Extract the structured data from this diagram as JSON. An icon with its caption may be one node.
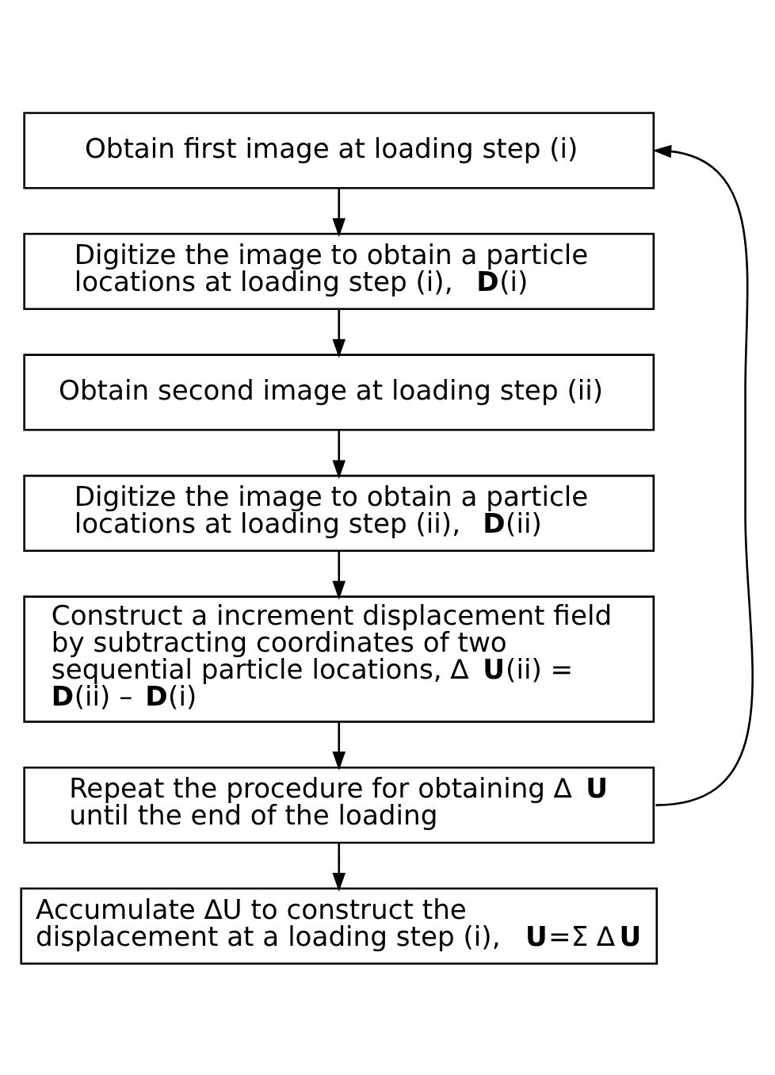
{
  "diagram": {
    "nodes": [
      {
        "text": [
          "Obtain first image at loading step (i)"
        ]
      },
      {
        "text": [
          "Digitize the image to obtain a particle locations at loading step (i), **D**(i)"
        ]
      },
      {
        "text": [
          "Obtain second image at loading step (ii)"
        ]
      },
      {
        "text": [
          "Digitize the image to obtain a particle locations at loading step (ii), **D**(ii)"
        ]
      },
      {
        "text": [
          "Construct a increment displacement field by subtracting coordinates of two sequential particle locations, ∆**U**(ii) = **D**(ii) – **D**(i)"
        ]
      },
      {
        "text": [
          "Repeat the procedure for obtaining ∆**U** until the end of the loading"
        ]
      },
      {
        "text": [
          "Accumulate ∆U to construct the displacement at a loading step (i), **U**=Σ ∆**U**"
        ]
      }
    ],
    "edges": [
      {
        "from": 0,
        "to": 1,
        "arrow": "to"
      },
      {
        "from": 1,
        "to": 2,
        "arrow": "to"
      },
      {
        "from": 2,
        "to": 3,
        "arrow": "to"
      },
      {
        "from": 3,
        "to": 4,
        "arrow": "to"
      },
      {
        "from": 4,
        "to": 5,
        "arrow": "to"
      },
      {
        "from": 5,
        "to": 6,
        "arrow": "to"
      },
      {
        "from": 5,
        "to": 0,
        "arrow": "to"
      }
    ]
  }
}
